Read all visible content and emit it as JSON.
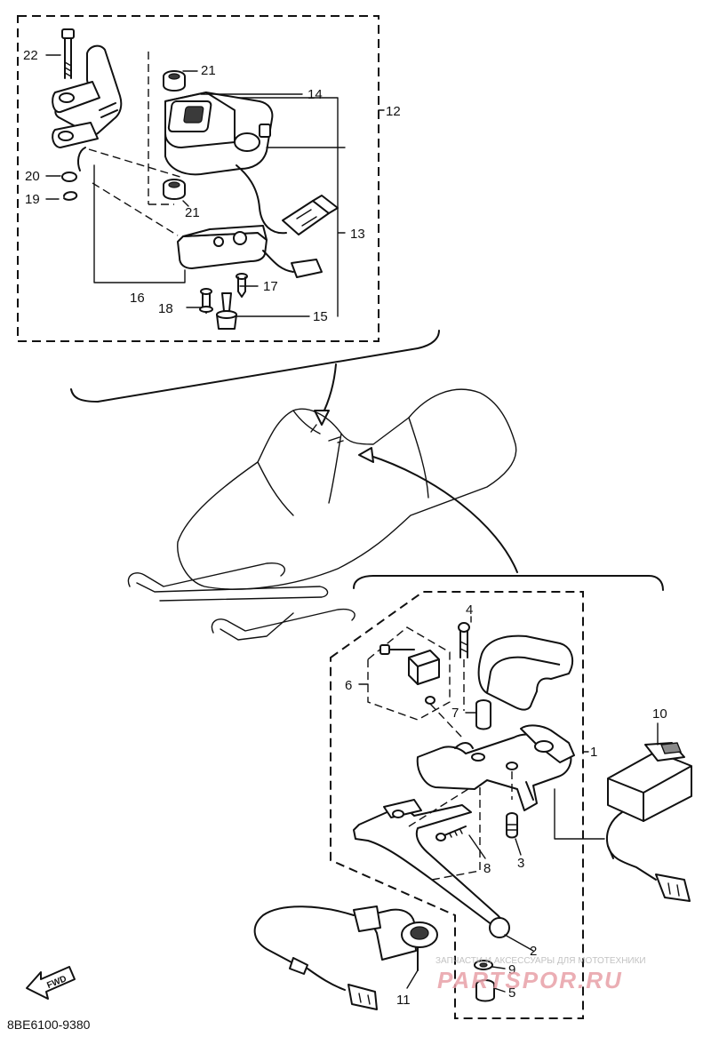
{
  "diagram_code": "8BE6100-9380",
  "fwd_label": "FWD",
  "watermark": {
    "text": "ЗАПЧАСТИ И АКСЕССУАРЫ ДЛЯ МОТОТЕХНИКИ",
    "logo": "PARTSPOR.RU",
    "color": "#e8a0a8"
  },
  "callouts": [
    {
      "id": "c1",
      "label": "1"
    },
    {
      "id": "c2",
      "label": "2"
    },
    {
      "id": "c3",
      "label": "3"
    },
    {
      "id": "c4",
      "label": "4"
    },
    {
      "id": "c5",
      "label": "5"
    },
    {
      "id": "c6",
      "label": "6"
    },
    {
      "id": "c7",
      "label": "7"
    },
    {
      "id": "c8",
      "label": "8"
    },
    {
      "id": "c9",
      "label": "9"
    },
    {
      "id": "c10",
      "label": "10"
    },
    {
      "id": "c11",
      "label": "11"
    },
    {
      "id": "c12",
      "label": "12"
    },
    {
      "id": "c13",
      "label": "13"
    },
    {
      "id": "c14",
      "label": "14"
    },
    {
      "id": "c15",
      "label": "15"
    },
    {
      "id": "c16",
      "label": "16"
    },
    {
      "id": "c17",
      "label": "17"
    },
    {
      "id": "c18",
      "label": "18"
    },
    {
      "id": "c19",
      "label": "19"
    },
    {
      "id": "c20",
      "label": "20"
    },
    {
      "id": "c21a",
      "label": "21"
    },
    {
      "id": "c21b",
      "label": "21"
    },
    {
      "id": "c22",
      "label": "22"
    }
  ]
}
